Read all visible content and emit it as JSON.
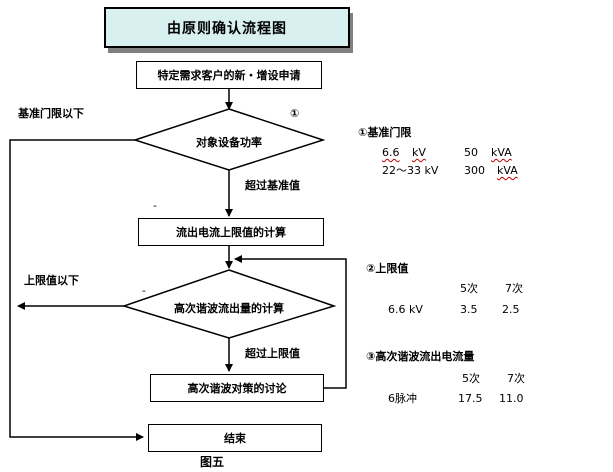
{
  "title": "由原则确认流程图",
  "steps": {
    "start": "特定需求客户的新・增设申请",
    "decision1": "对象设备功率",
    "calc_limit": "流出电流上限值的计算",
    "decision2": "高次谐波流出量的计算",
    "measures": "高次谐波对策的讨论",
    "end": "结束"
  },
  "edges": {
    "below_base": "基准门限以下",
    "exceed_base": "超过基准值",
    "below_limit": "上限值以下",
    "exceed_limit": "超过上限值",
    "dash1": "-",
    "dash2": "-"
  },
  "circle_marker": "①",
  "notes": {
    "note1": {
      "heading": "①基准门限",
      "rows": [
        [
          "6.6",
          "kV",
          "50",
          "kVA"
        ],
        [
          "22～33 kV",
          "",
          "300",
          "kVA"
        ]
      ]
    },
    "note2": {
      "heading": "②上限值",
      "header": [
        "5次",
        "7次"
      ],
      "rows": [
        [
          "6.6 kV",
          "3.5",
          "2.5"
        ]
      ]
    },
    "note3": {
      "heading": "③高次谐波流出电流量",
      "header": [
        "5次",
        "7次"
      ],
      "rows": [
        [
          "6脉冲",
          "17.5",
          "11.0"
        ]
      ]
    }
  },
  "caption": "图五"
}
